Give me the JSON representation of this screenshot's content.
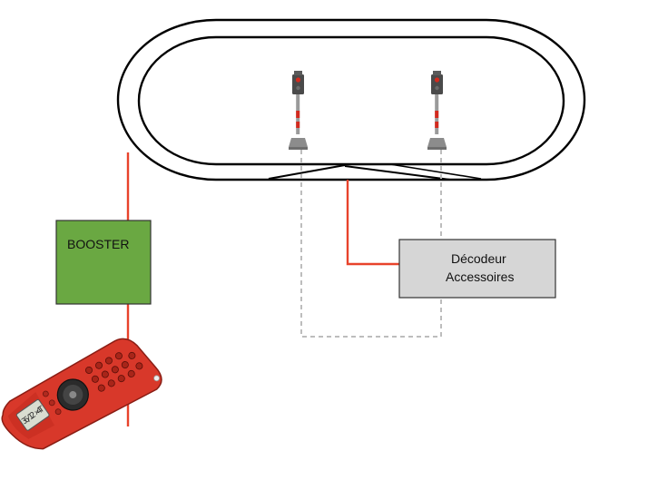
{
  "booster": {
    "label": "BOOSTER"
  },
  "decoder": {
    "line1": "Décodeur",
    "line2": "Accessoires"
  },
  "handset": {
    "screen_text": "36/12 ×4T"
  },
  "colors": {
    "track": "#000000",
    "power_wire": "#e8432b",
    "signal_wire": "#bdbdbd",
    "booster_fill": "#6aa842",
    "decoder_fill": "#d6d6d6",
    "handset_body": "#d8382a"
  },
  "icons": {
    "signals": [
      "railway-signal-icon",
      "railway-signal-icon"
    ],
    "controller": "digital-handset-icon"
  }
}
